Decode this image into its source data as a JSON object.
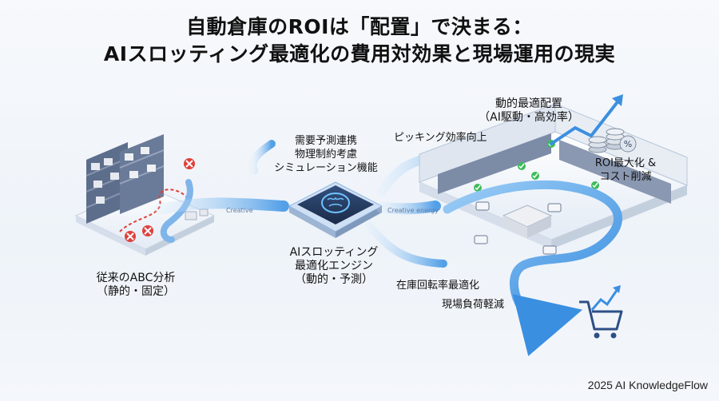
{
  "title": {
    "line1": "自動倉庫のROIは「配置」で決まる：",
    "line2": "AIスロッティング最適化の費用対効果と現場運用の現実"
  },
  "left": {
    "label_line1": "従来のABC分析",
    "label_line2": "（静的・固定）",
    "path_label": "Creative"
  },
  "features": [
    "需要予測連携",
    "物理制約考慮",
    "シミュレーション機能"
  ],
  "engine": {
    "label_line1": "AIスロッティング",
    "label_line2": "最適化エンジン",
    "label_line3": "（動的・予測）",
    "flow_label": "Creative energy"
  },
  "outcomes": {
    "picking": "ピッキング効率向上",
    "turnover": "在庫回転率最適化",
    "load": "現場負荷軽減"
  },
  "right": {
    "dynamic_line1": "動的最適配置",
    "dynamic_line2": "（AI駆動・高効率）",
    "roi_line1": "ROI最大化 &",
    "roi_line2": "コスト削減"
  },
  "footer": "2025 AI KnowledgeFlow",
  "colors": {
    "accent_blue": "#3b8fe0",
    "flow_light": "#a9d2f6",
    "danger_red": "#e0413b",
    "ok_green": "#3dbb5a",
    "chip_dark": "#263a5e"
  }
}
